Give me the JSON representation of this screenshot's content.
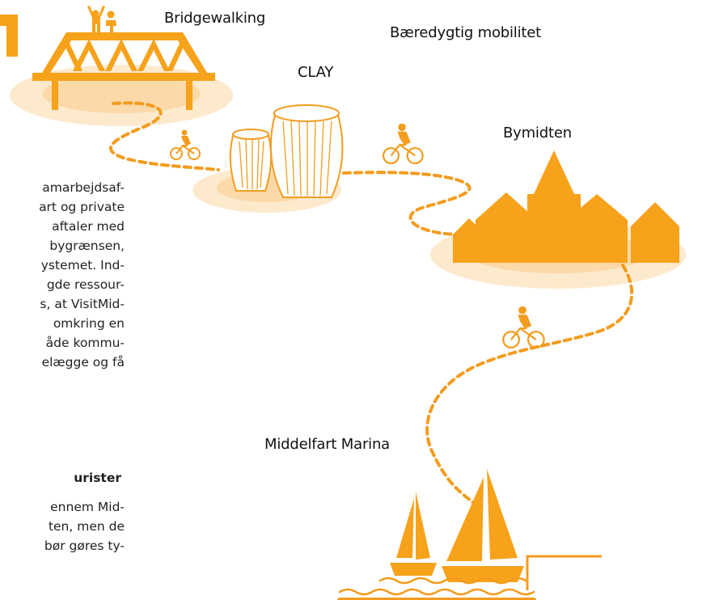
{
  "colors": {
    "orange": "#f7a21b",
    "orange_light": "#fbd9a8",
    "orange_pale": "#fde9cc",
    "route": "#f39c1e",
    "text": "#111111"
  },
  "labels": {
    "bridgewalking": "Bridgewalking",
    "sustainable_mobility": "Bæredygtig mobilitet",
    "clay": "CLAY",
    "bymidten": "Bymidten",
    "marina": "Middelfart Marina"
  },
  "body_lines": [
    "amarbejdsaf-",
    "art og private",
    "aftaler med",
    "bygrænsen,",
    "ystemet. Ind-",
    "gde ressour-",
    "s, at VisitMid-",
    "omkring en",
    "åde kommu-",
    "elægge og få"
  ],
  "heading": "urister",
  "body_lines_2": [
    "ennem Mid-",
    "ten, men de",
    "bør gøres ty-"
  ],
  "icons": [
    "bridge-icon",
    "people-icon",
    "clay-pots-icon",
    "town-icon",
    "cyclist-icon",
    "sailboat-icon",
    "waves-icon"
  ]
}
